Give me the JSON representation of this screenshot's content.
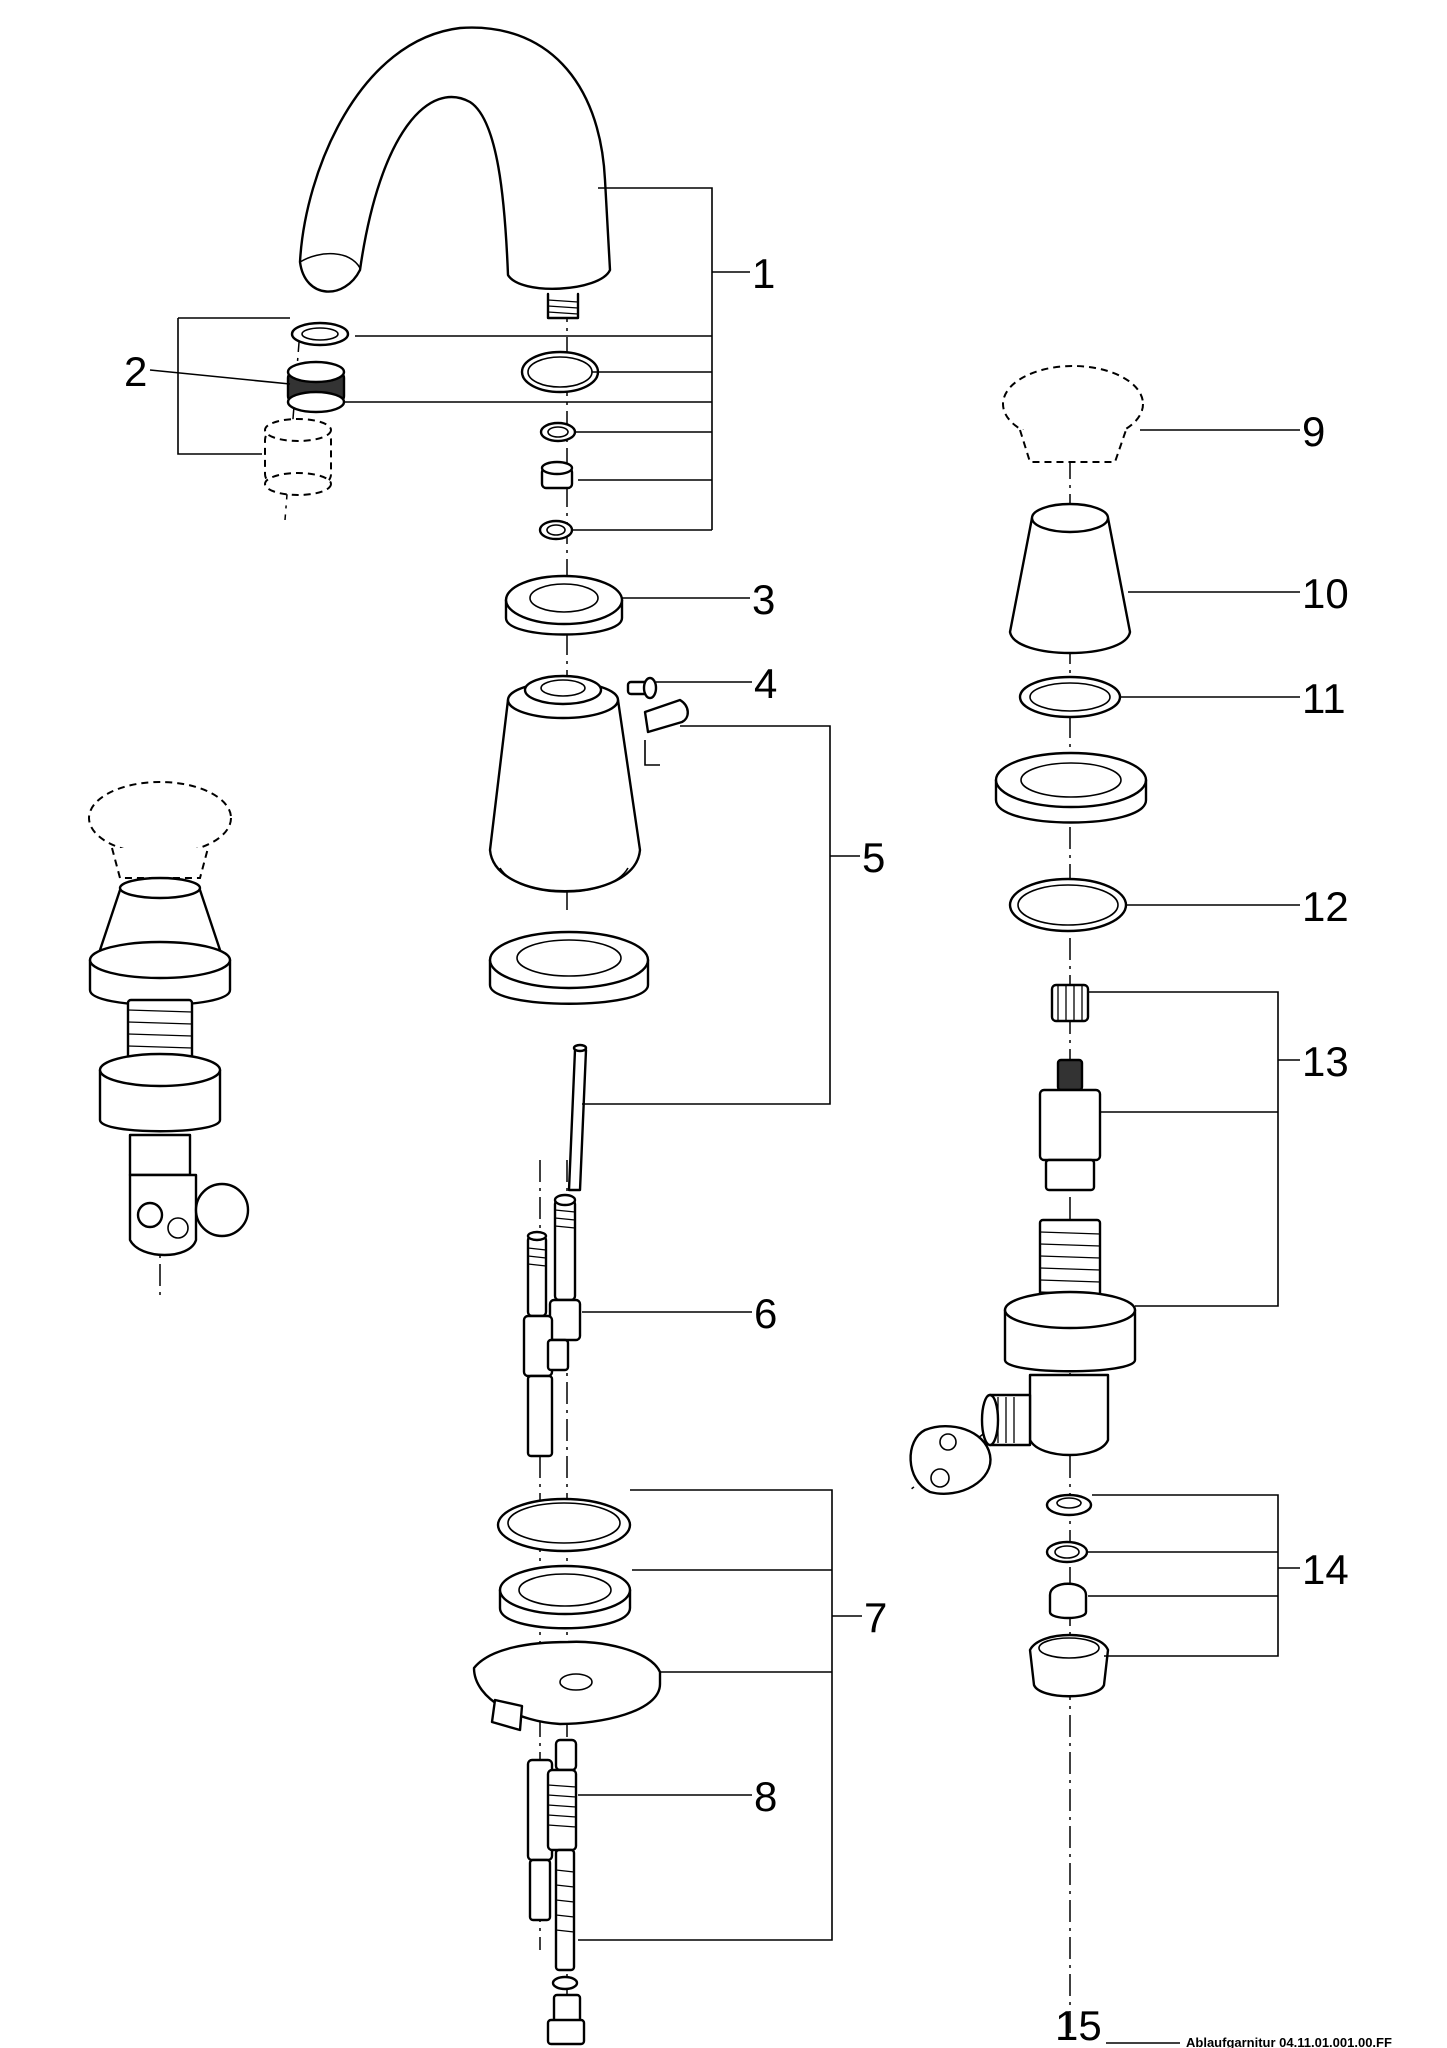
{
  "callouts": [
    {
      "id": "1",
      "label": "1"
    },
    {
      "id": "2",
      "label": "2"
    },
    {
      "id": "3",
      "label": "3"
    },
    {
      "id": "4",
      "label": "4"
    },
    {
      "id": "5",
      "label": "5"
    },
    {
      "id": "6",
      "label": "6"
    },
    {
      "id": "7",
      "label": "7"
    },
    {
      "id": "8",
      "label": "8"
    },
    {
      "id": "9",
      "label": "9"
    },
    {
      "id": "10",
      "label": "10"
    },
    {
      "id": "11",
      "label": "11"
    },
    {
      "id": "12",
      "label": "12"
    },
    {
      "id": "13",
      "label": "13"
    },
    {
      "id": "14",
      "label": "14"
    },
    {
      "id": "15",
      "label": "15"
    }
  ],
  "footnote": {
    "text": "Ablaufgarnitur 04.11.01.001.00.FF"
  }
}
